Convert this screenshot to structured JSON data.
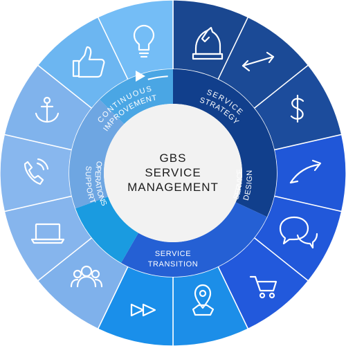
{
  "center": {
    "lines": [
      "GBS",
      "SERVICE",
      "MANAGEMENT"
    ]
  },
  "phases": [
    {
      "id": "strategy",
      "lines": [
        "SERVICE",
        "STRATEGY"
      ],
      "color": "#113f8c"
    },
    {
      "id": "design",
      "lines": [
        "SERVICE",
        "DESIGN"
      ],
      "color": "#2560d4"
    },
    {
      "id": "transition",
      "lines": [
        "SERVICE",
        "TRANSITION"
      ],
      "color": "#1a9be0"
    },
    {
      "id": "operations",
      "lines": [
        "OPERATIONS",
        "SUPPORT"
      ],
      "color": "#6ea6e2"
    },
    {
      "id": "improvement",
      "lines": [
        "CONTINUOUS",
        "IMPROVEMENT"
      ],
      "color": "#4aa6e4"
    }
  ],
  "segments": [
    {
      "icon": "chess-knight-icon",
      "color": "#1a4790"
    },
    {
      "icon": "exchange-arrows-icon",
      "color": "#1b4a96"
    },
    {
      "icon": "dollar-icon",
      "color": "#1c4c9c"
    },
    {
      "icon": "trend-arrow-icon",
      "color": "#2057d8"
    },
    {
      "icon": "chat-bubbles-icon",
      "color": "#2158da"
    },
    {
      "icon": "shopping-cart-icon",
      "color": "#2259dc"
    },
    {
      "icon": "map-pin-icon",
      "color": "#1c8ee8"
    },
    {
      "icon": "fast-forward-icon",
      "color": "#1a8fea"
    },
    {
      "icon": "users-icon",
      "color": "#7fb1eb"
    },
    {
      "icon": "laptop-icon",
      "color": "#86b5ed"
    },
    {
      "icon": "phone-icon",
      "color": "#88b7ee"
    },
    {
      "icon": "anchor-icon",
      "color": "#80b3ec"
    },
    {
      "icon": "thumbs-up-icon",
      "color": "#6cb6f1"
    },
    {
      "icon": "lightbulb-icon",
      "color": "#74bdf6"
    }
  ]
}
